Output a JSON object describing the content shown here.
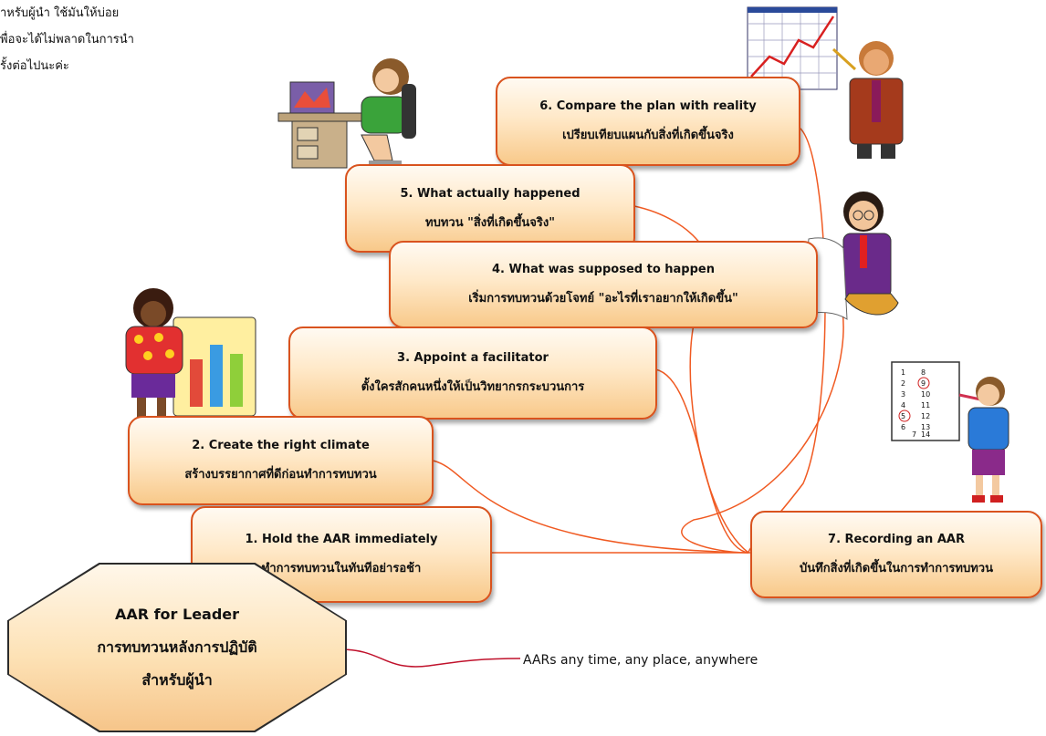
{
  "note_lines": [
    "ำหรับผู้นำ ใช้มันให้บ่อย",
    "พื่อจะได้ไม่พลาดในการนำ",
    "รั้งต่อไปนะค่ะ"
  ],
  "center": {
    "title": "AAR for Leader",
    "thai_line1": "การทบทวนหลังการปฏิบัติ",
    "thai_line2": "สำหรับผู้นำ"
  },
  "tagline": "AARs any time, any place, anywhere",
  "steps": [
    {
      "en": "1. Hold the AAR immediately",
      "th": "ทำการทบทวนในทันทีอย่ารอช้า"
    },
    {
      "en": "2. Create the right climate",
      "th": "สร้างบรรยากาศที่ดีก่อนทำการทบทวน"
    },
    {
      "en": "3. Appoint a facilitator",
      "th": "ตั้งใครสักคนหนึ่งให้เป็นวิทยากรกระบวนการ"
    },
    {
      "en": "4. What was supposed to happen",
      "th": "เริ่มการทบทวนด้วยโจทย์ \"อะไรที่เราอยากให้เกิดขึ้น\""
    },
    {
      "en": "5. What actually happened",
      "th": "ทบทวน \"สิ่งที่เกิดขึ้นจริง\""
    },
    {
      "en": "6. Compare the plan with reality",
      "th": "เปรียบเทียบแผนกับสิ่งที่เกิดขึ้นจริง"
    },
    {
      "en": "7. Recording an AAR",
      "th": "บันทึกสิ่งที่เกิดขึ้นในการทำการทบทวน"
    }
  ],
  "calendar_numbers": [
    "1",
    "2",
    "3",
    "4",
    "5",
    "6",
    "7",
    "8",
    "9",
    "10",
    "11",
    "12",
    "13",
    "14"
  ],
  "colors": {
    "node_border": "#d9531e",
    "node_fill_top": "#fffaf2",
    "node_fill_bottom": "#f8c98a",
    "link_orange": "#f05a22",
    "link_red": "#c0122c"
  }
}
